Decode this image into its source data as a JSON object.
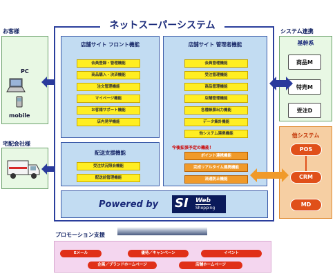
{
  "title": "ネットスーパーシステム",
  "left": {
    "customer_heading": "お客様",
    "pc_label": "PC",
    "mobile_label": "mobile",
    "delivery_heading": "宅配会社様"
  },
  "front": {
    "title": "店舗サイト フロント機能",
    "items": [
      "会員登録・管理機能",
      "商品購入・決済機能",
      "注文管理機能",
      "マイページ機能",
      "お客様サポート機能",
      "店内見学機能"
    ]
  },
  "admin": {
    "title": "店舗サイト 管理者機能",
    "items": [
      "会員管理機能",
      "受注管理機能",
      "商品管理機能",
      "店舗管理機能",
      "各種帳票出力機能",
      "データ集計機能",
      "他システム連携機能"
    ],
    "planned_label": "今後拡張予定の機能！",
    "planned_items": [
      "ポイント連携機能",
      "完成リアルタイム連携機能",
      "流通防止機能"
    ]
  },
  "delivery": {
    "title": "配送支援機能",
    "items": [
      "受注状況照会機能",
      "配送前管理機能"
    ]
  },
  "powered": {
    "text": "Powered by",
    "logo": "SI",
    "logo_sub_top": "Web",
    "logo_sub_bottom": "Shopping"
  },
  "right": {
    "heading": "システム連携",
    "core_title": "基幹系",
    "core_items": [
      "商品M",
      "特売M",
      "受注D"
    ],
    "other_title": "他システム",
    "other_items": [
      "POS",
      "CRM",
      "MD"
    ]
  },
  "promo": {
    "title": "プロモーション支援",
    "items": [
      "Eメール",
      "優待／キャンペーン",
      "イベント",
      "企画／ブランドホームページ",
      "店舗ホームページ"
    ]
  },
  "colors": {
    "frame": "#2a3e9c",
    "panel": "#c2dcf2",
    "yellow": "#ffee22",
    "orange": "#f09a2a",
    "green": "#e8f8e4",
    "promo": "#f4d6ef",
    "red": "#e03018"
  }
}
